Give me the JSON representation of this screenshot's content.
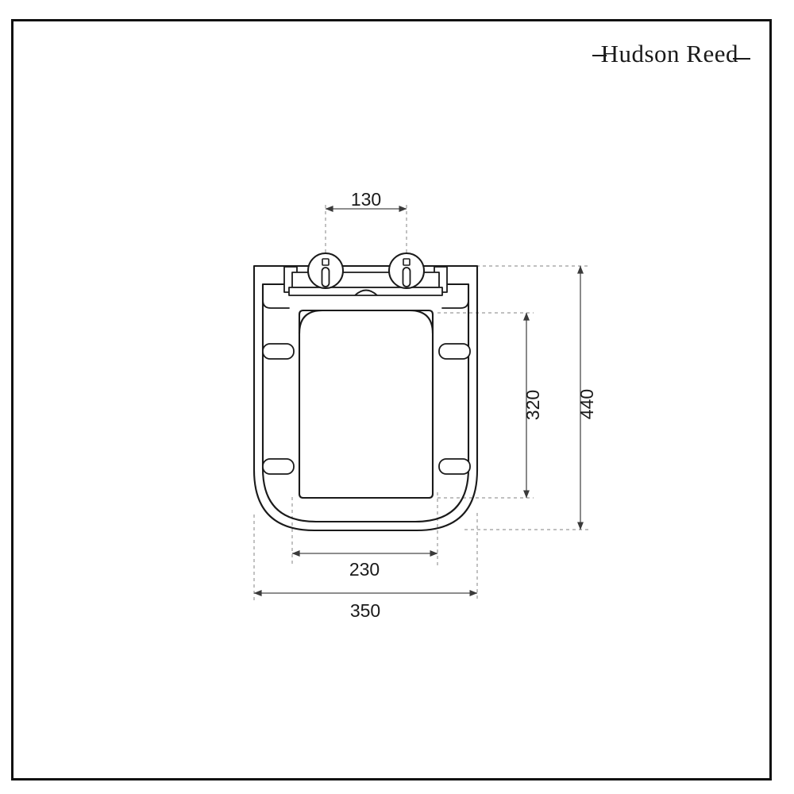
{
  "document": {
    "type": "technical-drawing",
    "subject": "toilet seat top view",
    "units": "mm"
  },
  "brand": {
    "name": "Hudson Reed",
    "left_rule": "rule-left",
    "right_rule": "rule-right"
  },
  "dimensions": {
    "hinge_spacing": {
      "label": "130",
      "orientation": "horizontal",
      "position": "top"
    },
    "inner_width": {
      "label": "230",
      "orientation": "horizontal",
      "position": "bottom"
    },
    "overall_width": {
      "label": "350",
      "orientation": "horizontal",
      "position": "bottom"
    },
    "inner_height": {
      "label": "320",
      "orientation": "vertical",
      "position": "right-inner"
    },
    "overall_height": {
      "label": "440",
      "orientation": "vertical",
      "position": "right-outer"
    }
  },
  "drawing": {
    "outline_name": "toilet-seat-outline",
    "inner_opening_name": "seat-inner-opening",
    "hinge_left_name": "hinge-left",
    "hinge_right_name": "hinge-right",
    "bumper_count": 4
  },
  "colors": {
    "frame": "#111111",
    "outline": "#1a1a1a",
    "dimension_line": "#666666",
    "extension_line": "#999999",
    "text": "#1a1a1a",
    "background": "#ffffff"
  }
}
